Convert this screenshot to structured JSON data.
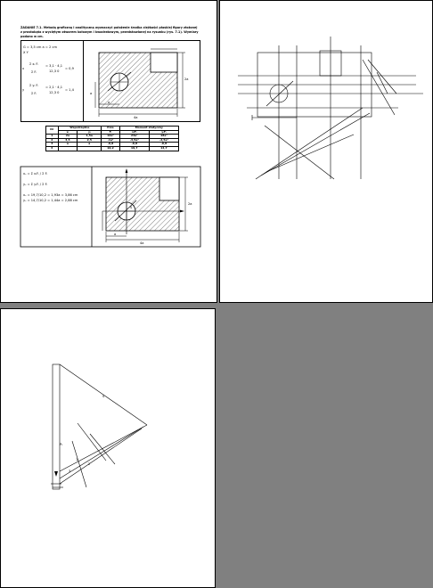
{
  "problem": {
    "heading": "ZADANIE 7.1. Metodą graficzną i analityczną wyznaczyć położenie środka ciężkości płaskiej figury złożonej z prostokąta z wyciętym otworem kołowym i kwadratowym, przedstawionej na rysunku (rys. 7.1). Wymiary podano w cm."
  },
  "formulas_top": {
    "given": "G = 3,5 cm  a = 2 cm",
    "find": "X  Y",
    "x_lhs": "x",
    "x_sum": "Σ xᵢ Fᵢ",
    "x_den": "Σ Fᵢ",
    "x_val": "= 3,1 · 4,1",
    "x_val2": "12,3 0",
    "x_res": "= 0,9",
    "y_lhs": "y",
    "y_sum": "Σ yᵢ Fᵢ",
    "y_den": "Σ Fᵢ",
    "y_val": "= 2,1 · 4,1",
    "y_val2": "12,3 0",
    "y_res": "= 1,4"
  },
  "diagram1": {
    "dim_bottom": "4a",
    "dim_left": "a",
    "dim_right": "2a",
    "label_a": "a"
  },
  "table": {
    "headers": [
      "Nr",
      "Współrzędne",
      "Pole",
      "Moment statyczny"
    ],
    "subheaders": [
      "",
      "xᵢ",
      "yᵢ",
      "Fᵢ",
      "xᵢFᵢ",
      "yᵢFᵢ"
    ],
    "rows": [
      [
        "1",
        "2a",
        "1,5a",
        "12a²",
        "24a³",
        "18a³"
      ],
      [
        "2",
        "3,5",
        "2,5",
        "-1a²",
        "-3,5a³",
        "-2,5a³"
      ],
      [
        "3",
        "a",
        "a",
        "-0,8",
        "-0,8",
        "-0,8"
      ],
      [
        "Σ",
        "",
        "",
        "10,2",
        "19,7",
        "14,7"
      ]
    ]
  },
  "formulas_bottom": {
    "l1": "xₛ = Σ xᵢFᵢ / Σ Fᵢ",
    "l2": "yₛ = Σ yᵢFᵢ / Σ Fᵢ",
    "l3": "xₛ = 19,7/10,2 = 1,93a = 3,86 cm",
    "l4": "yₛ = 14,7/10,2 = 1,44a = 2,88 cm"
  },
  "diagram2": {
    "dim_bottom": "4a",
    "dim_right": "2a",
    "label_a": "a",
    "label_s": "S"
  },
  "page3": {
    "label_s": "S",
    "label_p": "P₁",
    "label_1": "1",
    "label_2": "2",
    "label_3": "3"
  }
}
